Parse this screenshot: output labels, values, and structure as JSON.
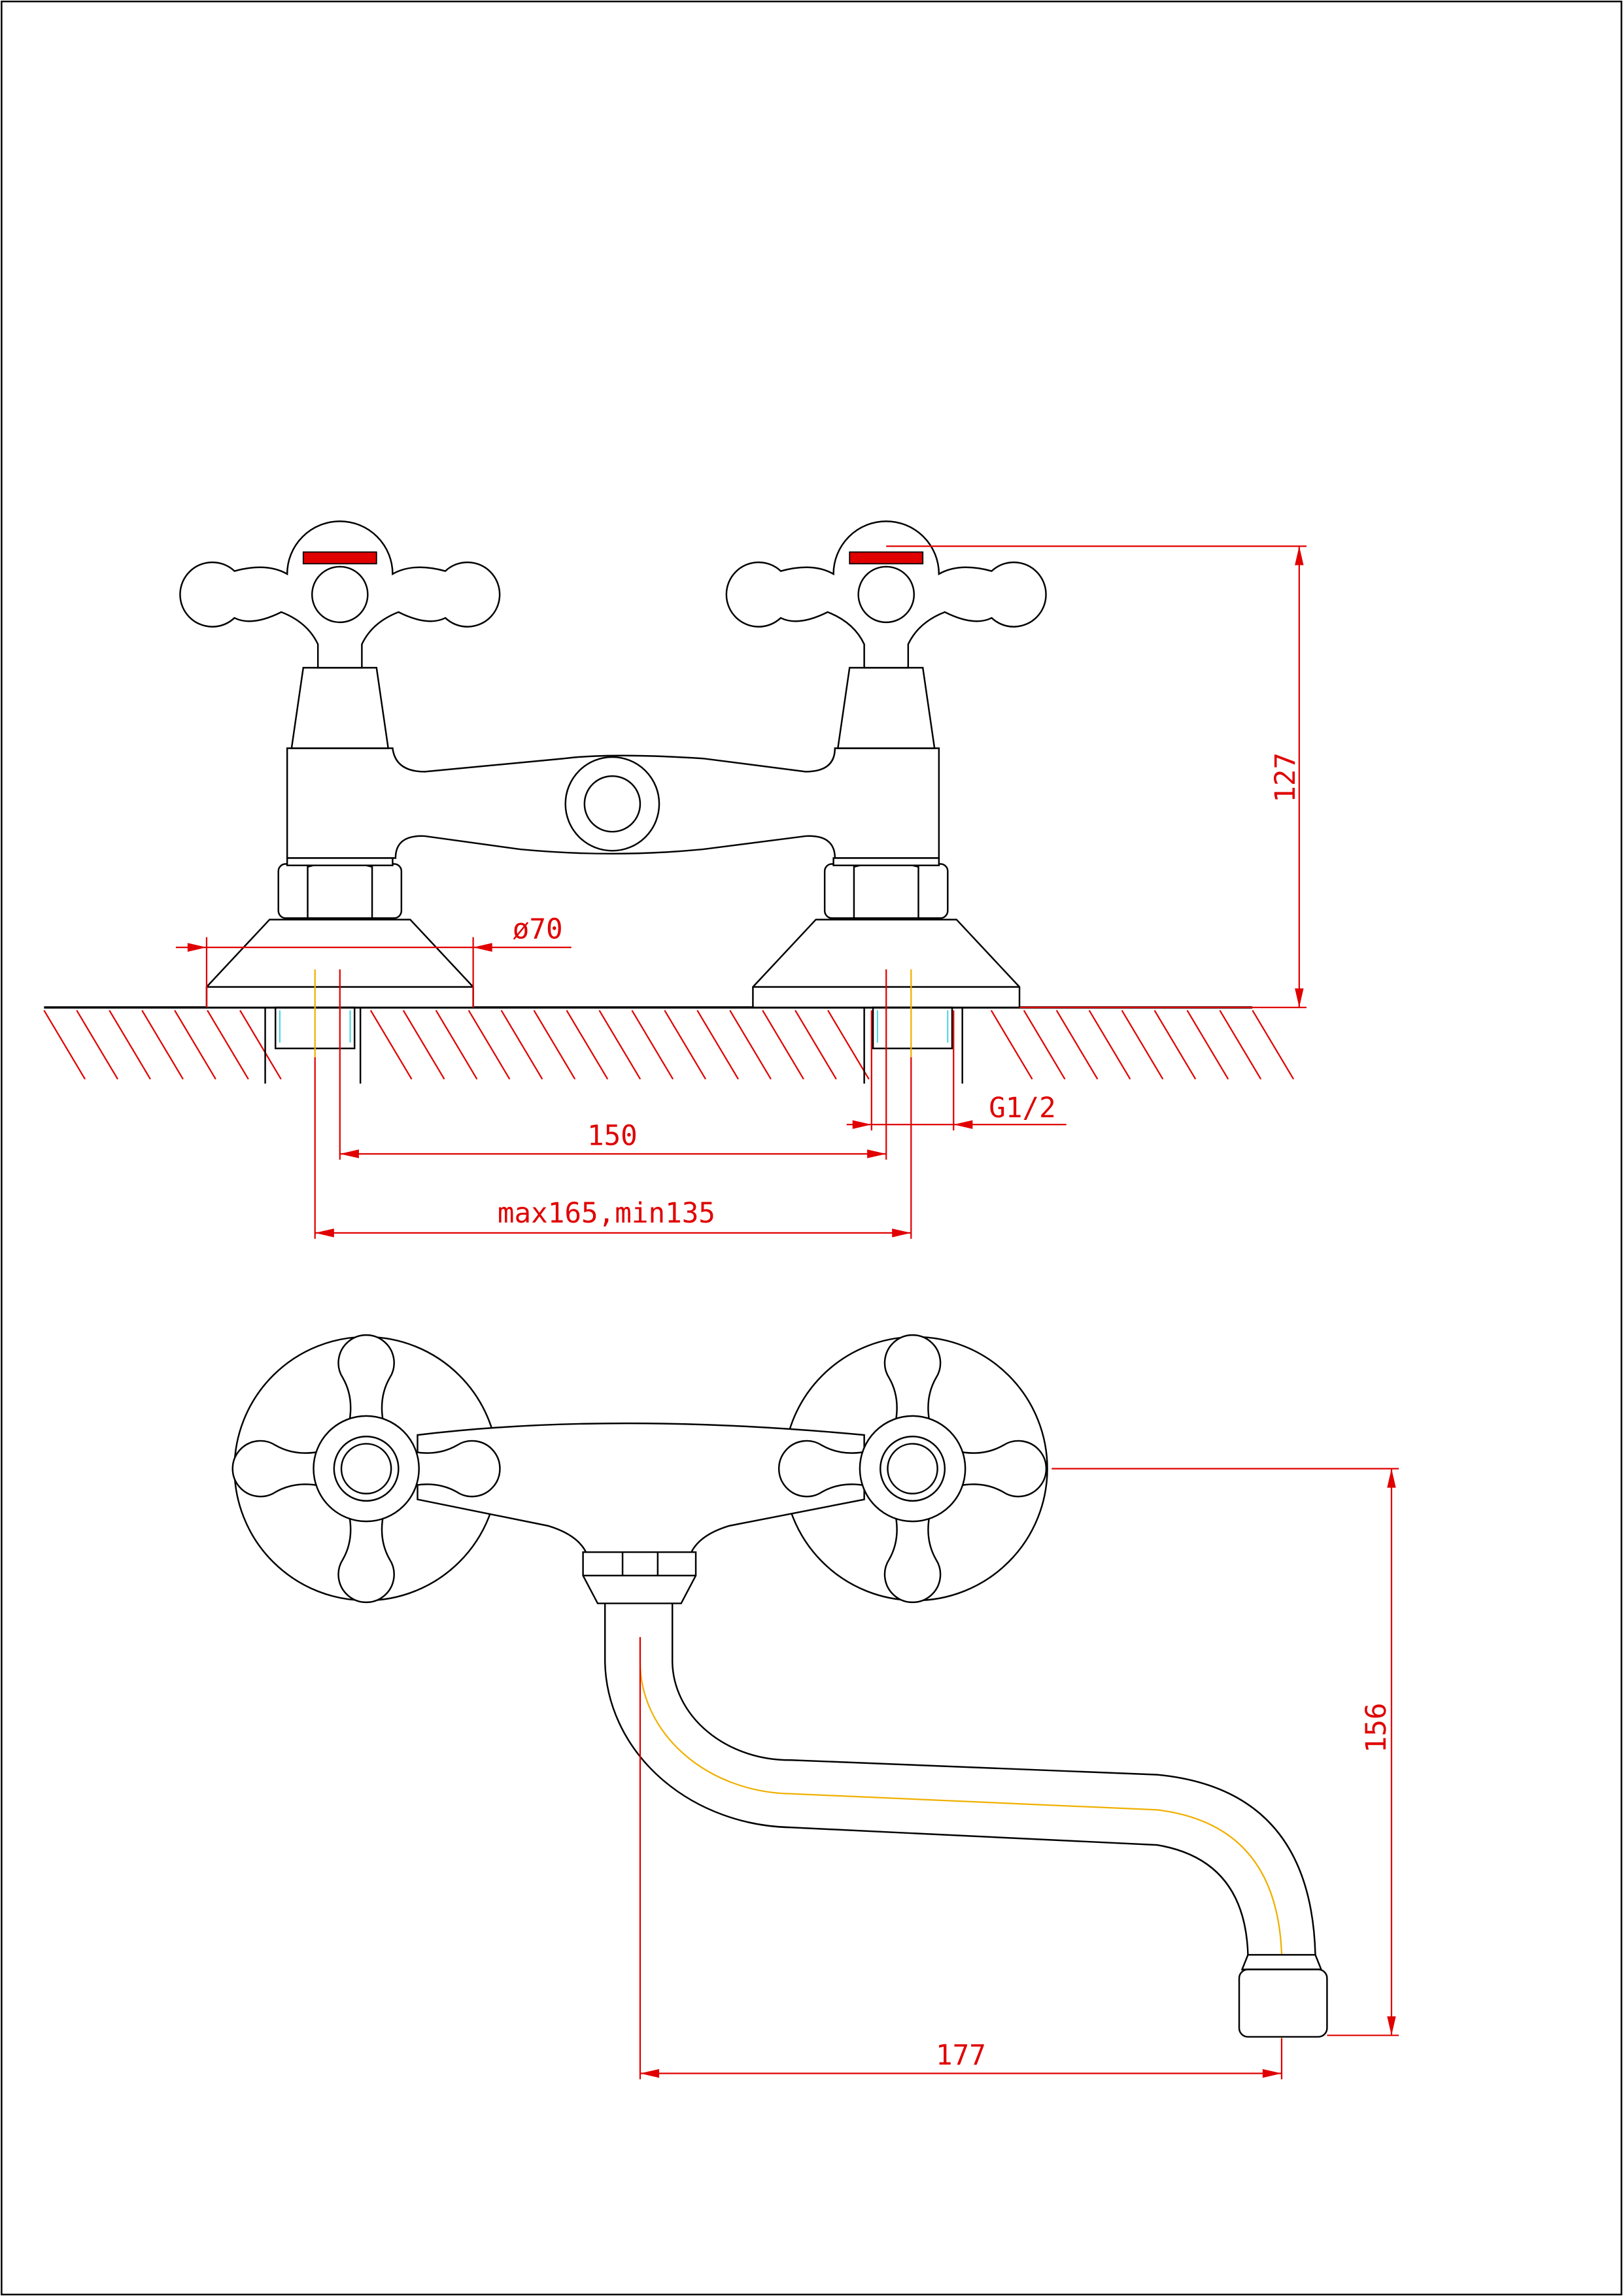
{
  "drawing": {
    "front_view": {
      "dimensions": {
        "height": "127",
        "base_diameter": "ø70",
        "thread": "G1/2",
        "center_distance": "150",
        "adjust_range": "max165,min135"
      }
    },
    "top_view": {
      "dimensions": {
        "spout_height": "156",
        "spout_reach": "177"
      }
    }
  },
  "colors": {
    "outline": "#000000",
    "dimension": "#e00000",
    "centerline": "#f0b000",
    "thread": "#30d0e0"
  }
}
